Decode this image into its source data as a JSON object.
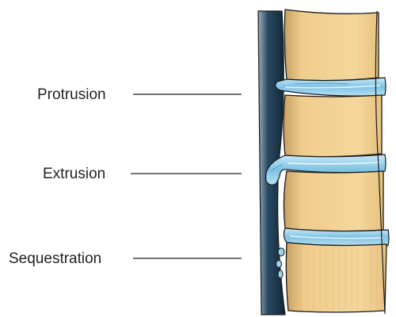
{
  "diagram": {
    "labels": [
      {
        "id": "protrusion",
        "text": "Protrusion"
      },
      {
        "id": "extrusion",
        "text": "Extrusion"
      },
      {
        "id": "sequestration",
        "text": "Sequestration"
      }
    ],
    "colors": {
      "vertebra": "#f0cf8e",
      "vertebra_shade": "#c9a265",
      "disc": "#7ec3e4",
      "disc_light": "#c5e5f4",
      "canal": "#1d3b52",
      "outline": "#1a1a1a",
      "leader_line": "#231f20"
    }
  }
}
